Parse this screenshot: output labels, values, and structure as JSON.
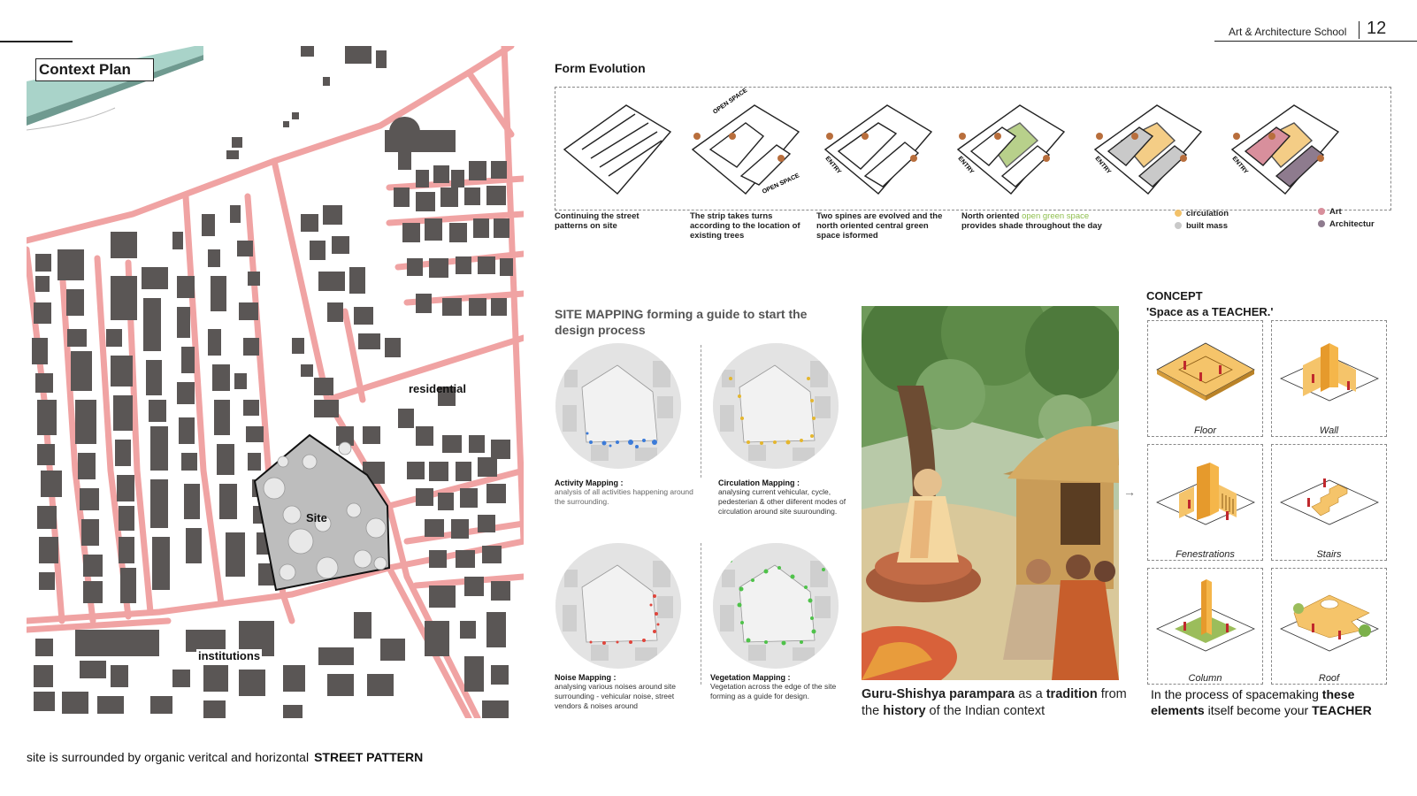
{
  "header": {
    "school": "Art & Architecture School",
    "page_number": "12"
  },
  "context_plan": {
    "title": "Context Plan",
    "labels": {
      "site": "Site",
      "residential": "residential",
      "institutions": "institutions"
    },
    "caption_prefix": "site is surrounded by organic veritcal and horizontal",
    "caption_strong": "STREET PATTERN"
  },
  "form_evolution": {
    "title": "Form Evolution",
    "diagram_labels": {
      "open_space": "OPEN SPACE",
      "entry": "ENTRY"
    },
    "steps": [
      {
        "caption": "Continuing the street patterns on site"
      },
      {
        "caption": "The strip takes turns according to the location of existing trees"
      },
      {
        "caption": "Two spines are evolved and the north oriented central green space isformed"
      },
      {
        "caption_before": "North oriented ",
        "caption_highlight": "open green space",
        "caption_after": " provides shade throughout the day"
      }
    ],
    "legend_a": [
      {
        "label": "circulation",
        "color": "#f2c169"
      },
      {
        "label": "built mass",
        "color": "#c9c9c9"
      }
    ],
    "legend_b": [
      {
        "label": "Art",
        "color": "#d88f9c"
      },
      {
        "label": "Architectur",
        "color": "#8e7b8e"
      }
    ]
  },
  "site_mapping": {
    "title": "SITE MAPPING forming a guide to start the design process",
    "items": [
      {
        "title": "Activity Mapping :",
        "desc": "analysis of all activities happening around the surrounding.",
        "color": "#3c7bd8"
      },
      {
        "title": "Circulation Mapping :",
        "desc": "analysing current vehicular, cycle, pedesterian & other diiferent modes of circulation around site suurounding.",
        "color": "#e4b62e"
      },
      {
        "title": "Noise Mapping :",
        "desc": "analysing various noises around site surrounding - vehicular noise, street vendors & noises around",
        "color": "#e0453c"
      },
      {
        "title": "Vegetation Mapping :",
        "desc": "Vegetation across the edge of the site forming as a guide for design.",
        "color": "#4fc24a"
      }
    ]
  },
  "tradition": {
    "caption": {
      "p1": "Guru-Shishya parampara",
      "p2": " as a ",
      "p3": "tradition",
      "p4": " from the ",
      "p5": "history",
      "p6": " of the Indian context"
    }
  },
  "concept": {
    "title": "CONCEPT",
    "subtitle": "'Space as a TEACHER.'",
    "elements": [
      "Floor",
      "Wall",
      "Fenestrations",
      "Stairs",
      "Column",
      "Roof"
    ],
    "caption": {
      "p1": "In the process of spacemaking ",
      "p2": "these elements",
      "p3": " itself become your ",
      "p4": "TEACHER"
    }
  },
  "colors": {
    "street": "#f0a3a3",
    "building": "#5a5655",
    "river": "#a9d3c9",
    "accent_green": "#9bbd5b",
    "concept_yellow": "#f5c46a"
  }
}
